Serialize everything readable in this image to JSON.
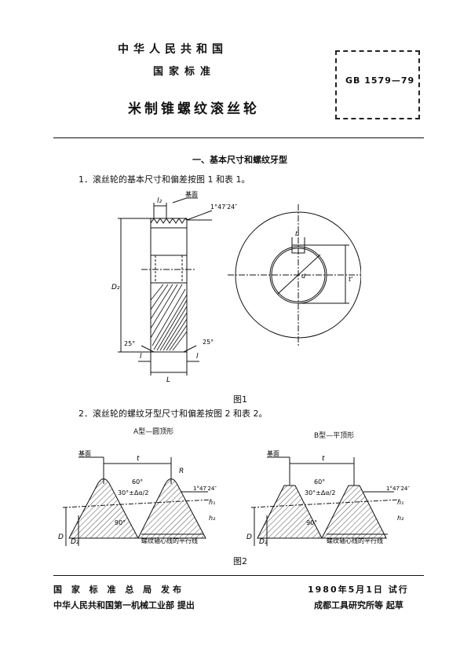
{
  "header": {
    "country": "中华人民共和国",
    "standard_type": "国家标准",
    "title": "米制锥螺纹滚丝轮",
    "code": "GB 1579—79"
  },
  "section": {
    "heading": "一、基本尺寸和螺纹牙型",
    "item1": "1．滚丝轮的基本尺寸和偏差按图 1 和表 1。",
    "item2": "2．滚丝轮的螺纹牙型尺寸和偏差按图 2 和表 2。"
  },
  "figure1": {
    "caption": "图1",
    "labels": {
      "l2": "l₂",
      "base_face": "基面",
      "taper_angle": "1°47′24″",
      "D2": "D₂",
      "angle_left": "25°",
      "angle_right": "25°",
      "l_left": "l",
      "l_right": "l",
      "L": "L",
      "b": "b",
      "d": "d",
      "t_prime": "t'"
    }
  },
  "figure2": {
    "caption": "图2",
    "left": {
      "title": "A型—圆顶形",
      "base_face": "基面",
      "t": "t",
      "R": "R",
      "angle60": "60°",
      "half_angle": "30°±Δα/2",
      "taper": "1°47′24″",
      "h1": "h₁",
      "h2": "h₂",
      "angle90": "90°",
      "D": "D",
      "D2": "D₂",
      "axis_note": "螺纹轴心线的平行线"
    },
    "right": {
      "title": "B型—平顶形",
      "base_face": "基面",
      "t": "t",
      "angle60": "60°",
      "half_angle": "30°±Δα/2",
      "taper": "1°47′24″",
      "h1": "h₁",
      "h2": "h₂",
      "angle90": "90°",
      "D": "D",
      "D2": "D₂",
      "axis_note": "螺纹轴心线的平行线"
    }
  },
  "footer": {
    "publisher": "国 家 标 准 总 局 发布",
    "date": "1980年5月1日 试行",
    "proposer": "中华人民共和国第一机械工业部 提出",
    "drafter": "成都工具研究所等 起草"
  }
}
